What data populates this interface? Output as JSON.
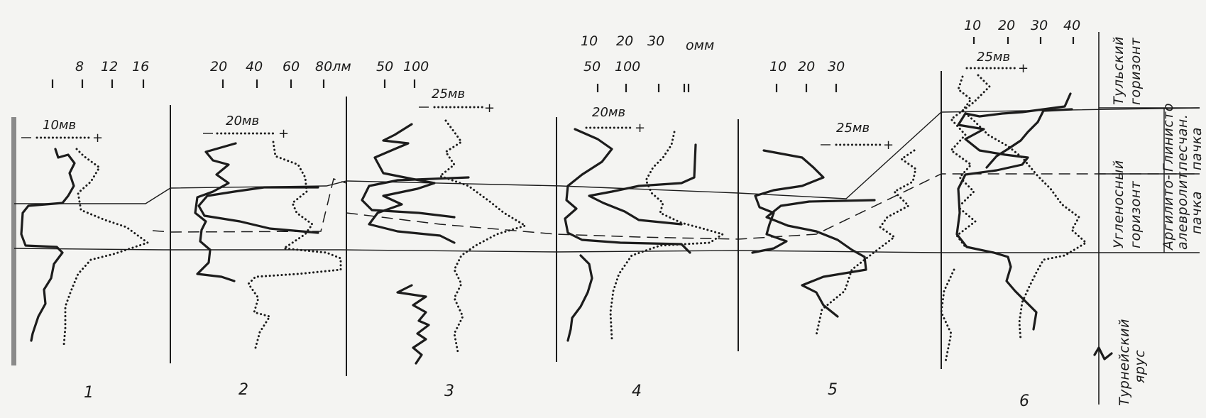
{
  "wells": [
    {
      "label": "1",
      "scale": [
        "8",
        "12",
        "16"
      ],
      "sp": "10мв"
    },
    {
      "label": "2",
      "scale": [
        "20",
        "40",
        "60",
        "80лм"
      ],
      "sp": "20мв"
    },
    {
      "label": "3",
      "scale": [
        "50",
        "100"
      ],
      "sp": "25мв"
    },
    {
      "label": "4",
      "scale_top": [
        "10",
        "20",
        "30",
        "омм"
      ],
      "scale": [
        "50",
        "100"
      ],
      "sp": "20мв"
    },
    {
      "label": "5",
      "scale": [
        "10",
        "20",
        "30"
      ],
      "sp": "25мв"
    },
    {
      "label": "6",
      "scale": [
        "10",
        "20",
        "30",
        "40"
      ],
      "sp": "25мв"
    }
  ],
  "sp_minus": "−",
  "sp_plus": "+",
  "stratigraphy": {
    "tula_1": "Тульский",
    "tula_2": "горизонт",
    "uglen_1": "Угленосный",
    "uglen_2": "горизонт",
    "clay_1": "Глинисто",
    "clay_2": "песчан.",
    "clay_3": "пачка",
    "argil_1": "Аргилито-",
    "argil_2": "алевролит.",
    "argil_3": "пачка",
    "turn_1": "Турнейский",
    "turn_2": "ярус"
  }
}
